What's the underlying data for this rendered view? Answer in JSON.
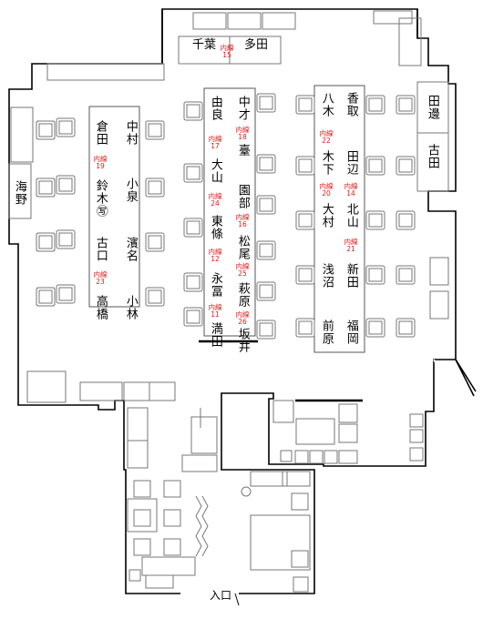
{
  "rooms": {
    "top": [
      {
        "name": "千葉",
        "ext": "内線\n15"
      },
      {
        "name": "多田"
      }
    ],
    "right": [
      {
        "name": "田邊"
      },
      {
        "name": "古田"
      }
    ],
    "left": [
      {
        "name": "海野"
      }
    ]
  },
  "desks": {
    "group1": {
      "people": [
        {
          "name": "中村"
        },
        {
          "name": "倉田",
          "ext": "内線\n19"
        },
        {
          "name": "小泉"
        },
        {
          "name": "鈴木㊢"
        },
        {
          "name": "濱名"
        },
        {
          "name": "古口",
          "ext": "内線\n23"
        },
        {
          "name": "小林"
        },
        {
          "name": "高橋"
        }
      ]
    },
    "group2": {
      "people": [
        {
          "name": "中才",
          "ext": "内線\n18"
        },
        {
          "name": "由良",
          "ext": "内線\n17"
        },
        {
          "name": "臺"
        },
        {
          "name": "大山",
          "ext": "内線\n24"
        },
        {
          "name": "園部",
          "ext": "内線\n16"
        },
        {
          "name": "東條",
          "ext": "内線\n12"
        },
        {
          "name": "松尾",
          "ext": "内線\n25"
        },
        {
          "name": "萩原",
          "ext": "内線\n26"
        },
        {
          "name": "永冨",
          "ext": "内線\n11"
        },
        {
          "name": "坂井"
        },
        {
          "name": "満田"
        }
      ]
    },
    "group3": {
      "people": [
        {
          "name": "香取"
        },
        {
          "name": "八木",
          "ext": "内線\n22"
        },
        {
          "name": "田辺",
          "ext": "内線\n14"
        },
        {
          "name": "木下",
          "ext": "内線\n20"
        },
        {
          "name": "北山",
          "ext": "内線\n21"
        },
        {
          "name": "大村"
        },
        {
          "name": "新田"
        },
        {
          "name": "浅沼"
        },
        {
          "name": "福岡"
        },
        {
          "name": "前原"
        }
      ]
    }
  },
  "entrance": {
    "label": "入口"
  },
  "colors": {
    "wall": "#000000",
    "furniture": "#7a7a7a",
    "ext_text": "#e01818"
  }
}
